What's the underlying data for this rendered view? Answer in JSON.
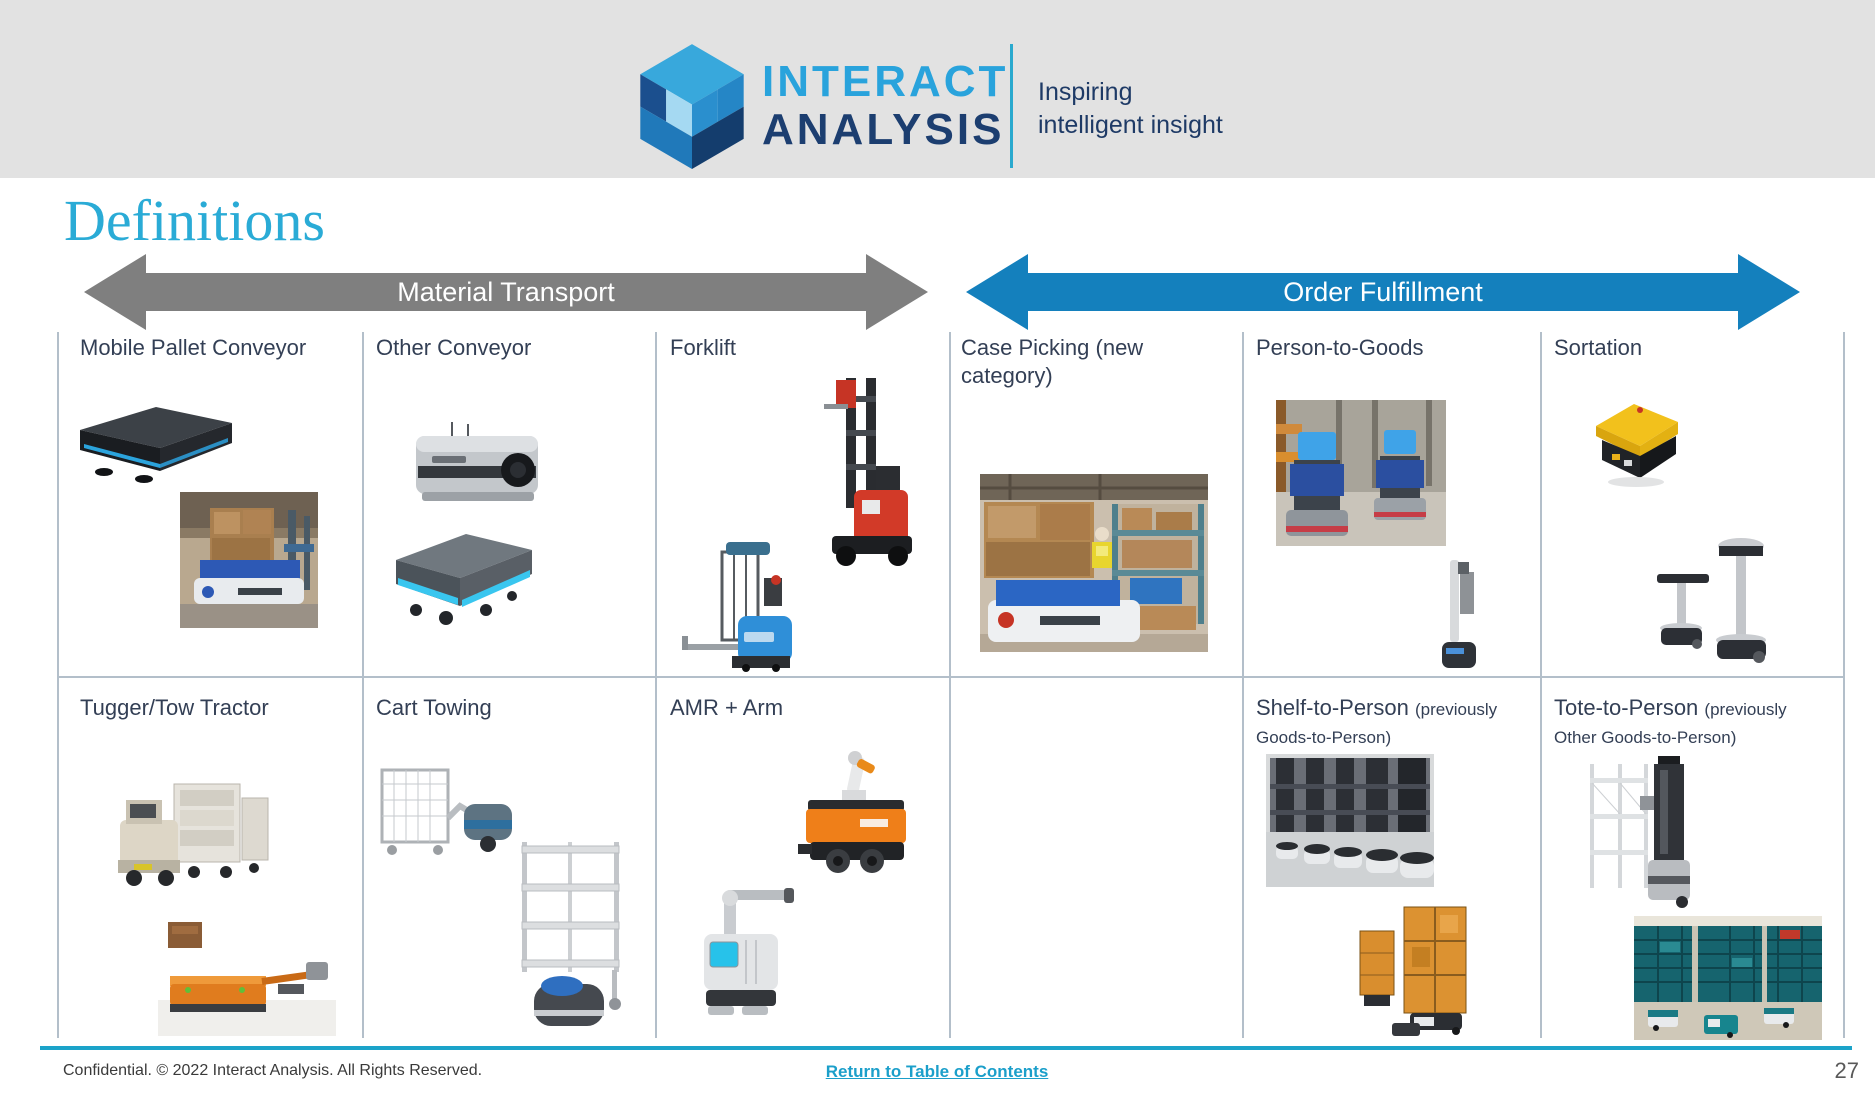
{
  "header": {
    "logo_word1": "INTERACT",
    "logo_word2": "ANALYSIS",
    "tagline_line1": "Inspiring",
    "tagline_line2": "intelligent insight",
    "brand_cyan": "#29a3dc",
    "brand_navy": "#1c3e70"
  },
  "page": {
    "title": "Definitions"
  },
  "arrows": {
    "material_transport": {
      "label": "Material Transport",
      "color": "#7f7f7f"
    },
    "order_fulfillment": {
      "label": "Order Fulfillment",
      "color": "#1480bd"
    }
  },
  "grid": {
    "row1": [
      {
        "title": "Mobile Pallet Conveyor",
        "images": [
          "dark-flat-agv",
          "pallet-load-agv-photo"
        ]
      },
      {
        "title": "Other Conveyor",
        "images": [
          "boxy-conveyor-robot",
          "flat-agv-cyan-strip"
        ]
      },
      {
        "title": "Forklift",
        "images": [
          "red-reach-truck",
          "blue-pallet-stacker"
        ]
      },
      {
        "title": "Case Picking (new category)",
        "images": [
          "warehouse-case-picking-photo"
        ]
      },
      {
        "title": "Person-to-Goods",
        "images": [
          "tote-robots-aisle-photo",
          "tall-slim-robot"
        ]
      },
      {
        "title": "Sortation",
        "images": [
          "yellow-tilt-tray-robot",
          "pole-sortation-robots"
        ]
      }
    ],
    "row2": [
      {
        "title": "Tugger/Tow Tractor",
        "suffix": "",
        "images": [
          "tugger-train-photo",
          "orange-tow-robot"
        ]
      },
      {
        "title": "Cart Towing",
        "suffix": "",
        "images": [
          "cage-cart-towing-robot",
          "shelf-cart-robot"
        ]
      },
      {
        "title": "AMR + Arm",
        "suffix": "",
        "images": [
          "kuka-mobile-arm-robot",
          "white-mobile-arm-robot"
        ]
      },
      {
        "title": "",
        "suffix": "",
        "images": []
      },
      {
        "title": "Shelf-to-Person",
        "suffix": "(previously Goods-to-Person)",
        "images": [
          "shelf-robot-fleet-photo",
          "orange-pod-robots"
        ]
      },
      {
        "title": "Tote-to-Person",
        "suffix": "(previously Other Goods-to-Person)",
        "images": [
          "mast-tote-robot-photo",
          "teal-bin-storage-photo"
        ]
      }
    ]
  },
  "footer": {
    "confidential": "Confidential. © 2022 Interact Analysis. All Rights Reserved.",
    "link": "Return to Table of Contents",
    "page_number": "27",
    "rule_color": "#1ba3c9"
  }
}
